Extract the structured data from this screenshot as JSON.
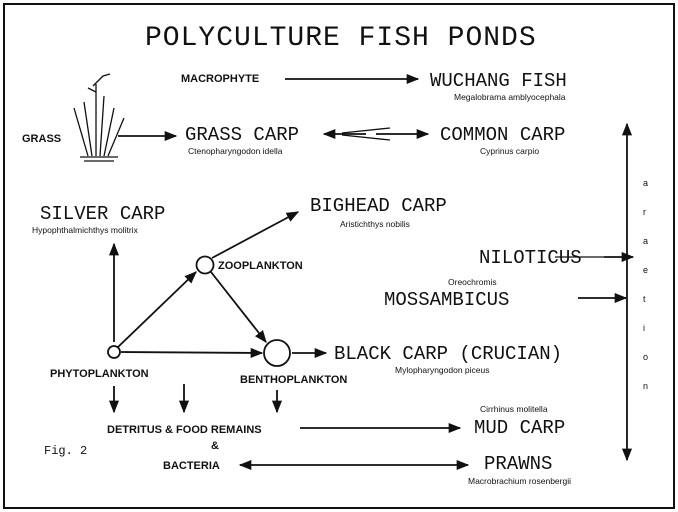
{
  "title": "POLYCULTURE FISH PONDS",
  "figure_label": "Fig. 2",
  "sources": {
    "macrophyte": "MACROPHYTE",
    "grass": "GRASS",
    "zooplankton": "ZOOPLANKTON",
    "phytoplankton": "PHYTOPLANKTON",
    "benthoplankton": "BENTHOPLANKTON",
    "detritus": "DETRITUS & FOOD REMAINS",
    "ampersand": "&",
    "bacteria": "BACTERIA"
  },
  "species": {
    "wuchang_fish": {
      "name": "WUCHANG FISH",
      "latin": "Megalobrama amblyocephala"
    },
    "grass_carp": {
      "name": "GRASS CARP",
      "latin": "Ctenopharyngodon idella"
    },
    "common_carp": {
      "name": "COMMON CARP",
      "latin": "Cyprinus carpio"
    },
    "silver_carp": {
      "name": "SILVER CARP",
      "latin": "Hypophthalmichthys molitrix"
    },
    "bighead_carp": {
      "name": "BIGHEAD CARP",
      "latin": "Aristichthys nobilis"
    },
    "niloticus": {
      "name_prefix": "NILOT",
      "name_struck": "ICUS",
      "latin": "Oreochromis"
    },
    "mossambicus": {
      "name": "MOSSAMBICUS"
    },
    "black_carp": {
      "name": "BLACK CARP (CRUCIAN)",
      "latin": "Mylopharyngodon piceus"
    },
    "mud_carp": {
      "name": "MUD CARP",
      "latin": "Cirrhinus molitella"
    },
    "prawns": {
      "name": "PRAWNS",
      "latin": "Macrobrachium rosenbergii"
    }
  },
  "side_text": [
    "a",
    "r",
    "a",
    "e",
    "t",
    "i",
    "o",
    "n"
  ]
}
